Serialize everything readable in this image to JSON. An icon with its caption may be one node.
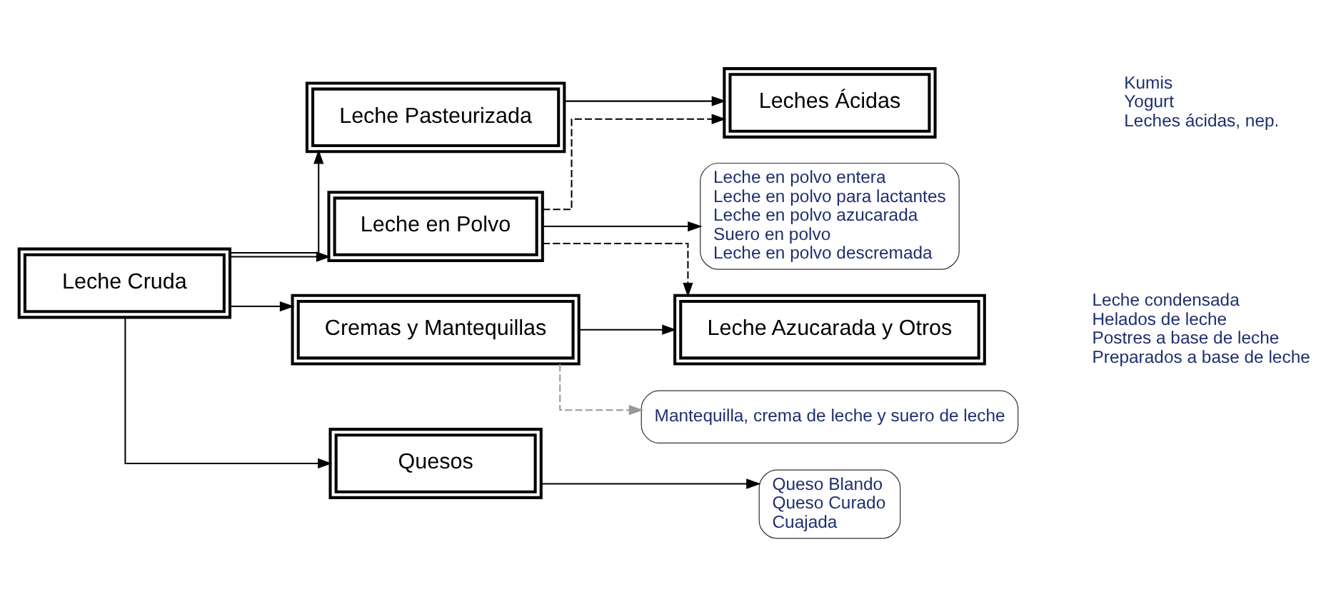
{
  "diagram": {
    "nodes": [
      {
        "text": [
          "Leche Cruda"
        ]
      },
      {
        "text": [
          "Leche Pasteurizada"
        ]
      },
      {
        "text": [
          "Cremas y Mantequillas"
        ]
      },
      {
        "text": [
          "Quesos"
        ]
      },
      {
        "text": [
          "Leche en Polvo"
        ]
      },
      {
        "text": [
          "Leches Ácidas"
        ],
        "beside": [
          "Kumis",
          "Yogurt",
          "Leches ácidas, nep."
        ]
      },
      {
        "text": [
          "Leche Azucarada y Otros"
        ],
        "beside": [
          "Leche condensada",
          "Helados de leche",
          "Postres a base de leche",
          "Preparados a base de leche"
        ]
      },
      {
        "text": [
          "Mantequilla, crema de leche y suero de leche"
        ]
      },
      {
        "text": [
          "Queso Blando",
          "Queso Curado",
          "Cuajada"
        ]
      },
      {
        "text": [
          "Leche en polvo entera",
          "Leche en polvo para lactantes",
          "Leche en polvo azucarada",
          "Suero en polvo",
          "Leche en polvo descremada"
        ]
      }
    ],
    "edges": [
      {
        "from": 0,
        "to": 1,
        "arrow": "to"
      },
      {
        "from": 0,
        "to": 2,
        "arrow": "to"
      },
      {
        "from": 0,
        "to": 3,
        "arrow": "to"
      },
      {
        "from": 0,
        "to": 4,
        "arrow": "to"
      },
      {
        "from": 1,
        "to": 5,
        "arrow": "to"
      },
      {
        "from": 2,
        "to": 6,
        "arrow": "to"
      },
      {
        "from": 2,
        "to": 7,
        "arrow": "to",
        "style": "dashed",
        "color": "#999999"
      },
      {
        "from": 3,
        "to": 8,
        "arrow": "to"
      },
      {
        "from": 4,
        "to": 9,
        "arrow": "to"
      },
      {
        "from": 4,
        "to": 5,
        "arrow": "to",
        "style": "dashed"
      },
      {
        "from": 4,
        "to": 6,
        "arrow": "to",
        "style": "dashed"
      }
    ]
  }
}
